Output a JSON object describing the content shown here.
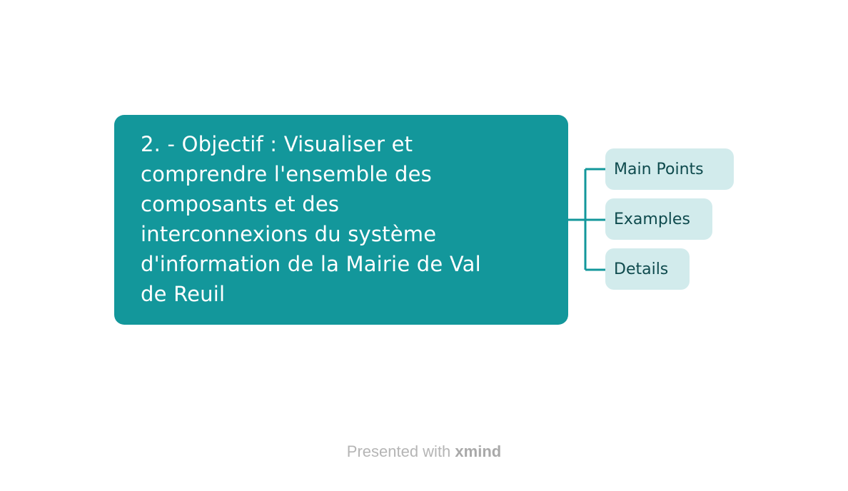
{
  "central_topic": {
    "text": "2. - Objectif : Visualiser et\ncomprendre l'ensemble des\ncomposants et des\ninterconnexions du système\nd'information de la Mairie de Val\nde Reuil"
  },
  "subtopics": [
    {
      "label": "Main Points"
    },
    {
      "label": "Examples"
    },
    {
      "label": "Details"
    }
  ],
  "footer": {
    "prefix": "Presented with",
    "brand": "xmind"
  },
  "colors": {
    "central_fill": "#13979b",
    "subtopic_fill": "#d2ebec",
    "subtopic_text": "#0e4a4d",
    "connector": "#13979b"
  }
}
